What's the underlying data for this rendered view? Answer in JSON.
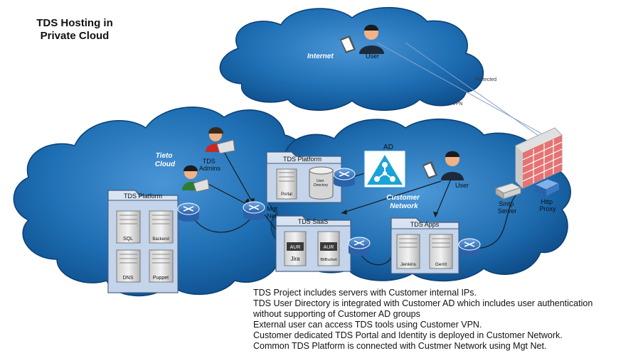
{
  "title": "TDS Hosting in\nPrivate Cloud",
  "clouds": {
    "internet": "Internet",
    "tieto": "Tieto\nCloud",
    "customer": "Customer\nNetwork"
  },
  "labels": {
    "internet_user": "User",
    "customer_user": "User",
    "tds_admins": "TDS\nAdmins",
    "ad": "AD",
    "mgt_net": "Mgt\nNet",
    "smtp_server": "Smtp\nServer",
    "http_proxy": "Http\nProxy",
    "protected": "Protected",
    "vpn": "VPN"
  },
  "groups": {
    "tds_platform_common": {
      "title": "TDS Platform",
      "servers": [
        "SQL",
        "Backend",
        "DNS",
        "Puppet"
      ]
    },
    "tds_platform_customer": {
      "title": "TDS Platform",
      "servers": [
        "Portal",
        "User\nDirectory"
      ]
    },
    "tds_saas": {
      "title": "TDS SaaS",
      "servers": [
        "Jira",
        "BitBucket"
      ],
      "badge": "AUR"
    },
    "tds_apps": {
      "title": "TDS Apps",
      "servers": [
        "Jenkins",
        "Gerrit"
      ]
    }
  },
  "notes": [
    "TDS Project includes servers with Customer internal IPs.",
    "TDS User Directory is integrated with Customer AD which includes user authentication",
    "without supporting of Customer AD groups",
    "External user can access TDS tools using Customer VPN.",
    "Customer dedicated TDS Portal and Identity is deployed in Customer Network.",
    "Common TDS Platform is connected with Custmer Network using Mgt Net."
  ],
  "colors": {
    "cloud_fill": "#1f73b7",
    "cloud_dark": "#0c4f8c",
    "folder_fill": "#c9d7ea",
    "router": "#3c79c4",
    "firewall": "#d84a4a"
  }
}
